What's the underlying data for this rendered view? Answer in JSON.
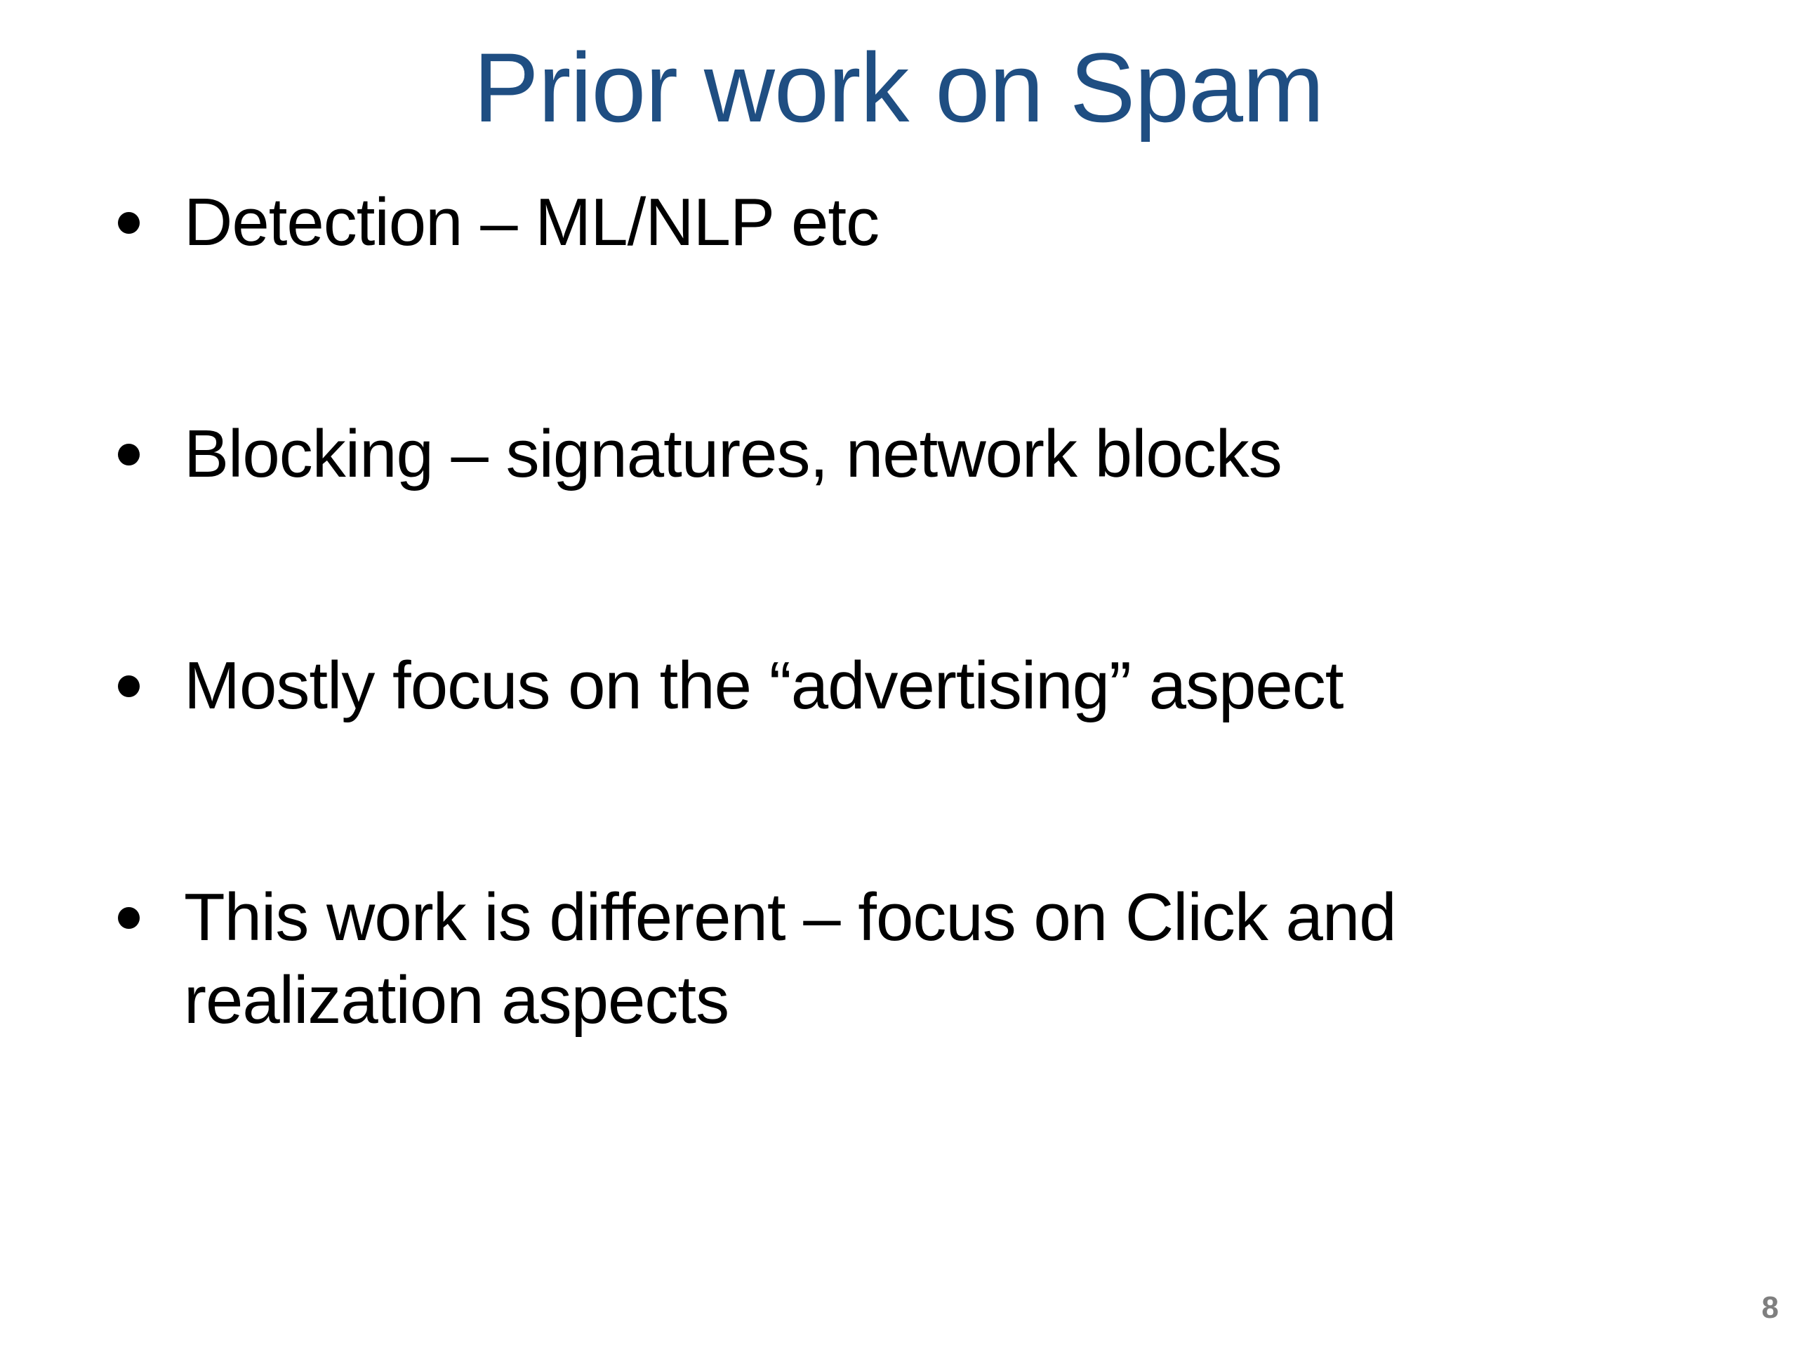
{
  "slide": {
    "title": "Prior work on Spam",
    "bullets": [
      {
        "lines": [
          "Detection – ML/NLP etc"
        ]
      },
      {
        "lines": [
          "Blocking – signatures, network blocks"
        ]
      },
      {
        "lines": [
          "Mostly focus on the “advertising” aspect"
        ]
      },
      {
        "lines": [
          "This work is different – focus on Click and",
          "realization aspects"
        ]
      }
    ],
    "page_number": "8",
    "colors": {
      "title_blue": "#1F4E82",
      "body_text": "#000000",
      "page_number_gray": "#7F7F7F",
      "background": "#FFFFFF"
    }
  }
}
